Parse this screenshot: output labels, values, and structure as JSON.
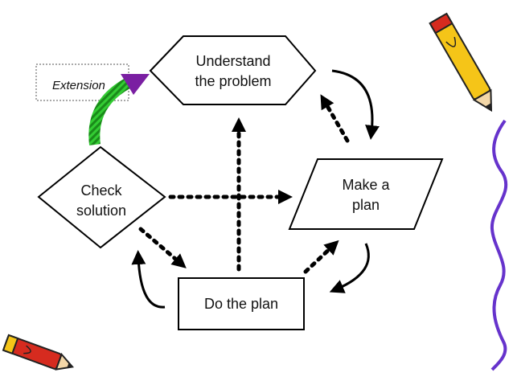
{
  "diagram": {
    "nodes": {
      "understand": {
        "line1": "Understand",
        "line2": "the problem"
      },
      "make_plan": {
        "line1": "Make a",
        "line2": "plan"
      },
      "do_plan": {
        "label": "Do the plan"
      },
      "check": {
        "line1": "Check",
        "line2": "solution"
      }
    },
    "extension_label": "Extension",
    "colors": {
      "stroke": "#000000",
      "extension_arrow_green": "#33cc33",
      "extension_arrowhead_purple": "#7a1fa2",
      "side_border_purple": "#6633cc",
      "pencil_yellow": "#f5c518",
      "pencil_red": "#d62b1f"
    },
    "decorations": [
      "pencil-icon",
      "pencil-icon",
      "wavy-border"
    ]
  }
}
